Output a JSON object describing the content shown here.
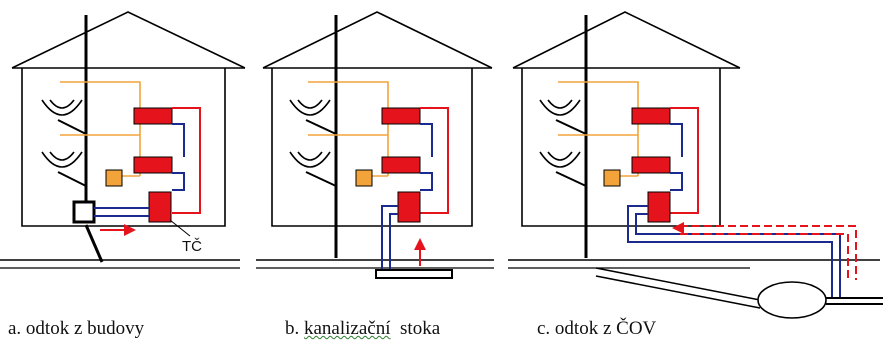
{
  "panels": [
    {
      "caption": "a. odtok z budovy",
      "label": "TČ"
    },
    {
      "caption_prefix": "b. ",
      "caption_underlined": "kanalizační",
      "caption_suffix": "  stoka"
    },
    {
      "caption": "c. odtok z ČOV"
    }
  ],
  "colors": {
    "outline": "#000000",
    "hot_pipe": "#e5141c",
    "cold_pipe": "#1b2a8f",
    "tap_pipe": "#f2a43a",
    "radiator": "#e5141c",
    "boiler": "#f2a43a",
    "arrow": "#e5141c"
  }
}
